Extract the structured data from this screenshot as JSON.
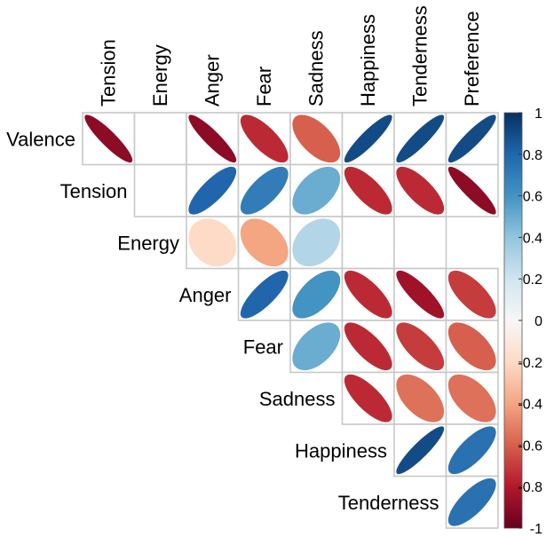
{
  "chart_data": {
    "type": "heatmap",
    "layout": "upper-triangle correlation matrix, ellipse glyphs",
    "column_labels": [
      "Tension",
      "Energy",
      "Anger",
      "Fear",
      "Sadness",
      "Happiness",
      "Tenderness",
      "Preference"
    ],
    "row_labels": [
      "Valence",
      "Tension",
      "Energy",
      "Anger",
      "Fear",
      "Sadness",
      "Happiness",
      "Tenderness"
    ],
    "values": [
      [
        -0.9,
        null,
        -0.9,
        -0.75,
        -0.6,
        0.9,
        0.9,
        0.9
      ],
      [
        null,
        0.8,
        0.7,
        0.5,
        -0.75,
        -0.75,
        -0.9
      ],
      [
        -0.2,
        -0.4,
        0.3,
        null,
        null
      ],
      [
        0.8,
        0.6,
        -0.75,
        -0.85,
        -0.7
      ],
      [
        0.5,
        -0.75,
        -0.7,
        -0.6
      ],
      [
        -0.75,
        -0.55,
        -0.55
      ],
      [
        0.9,
        0.75
      ],
      [
        0.75
      ]
    ],
    "colorbar": {
      "min": -1,
      "max": 1,
      "ticks": [
        "1",
        "0.8",
        "0.6",
        "0.4",
        "0.2",
        "0",
        "-0.2",
        "-0.4",
        "-0.6",
        "-0.8",
        "-1"
      ],
      "colors": {
        "-1": "#67001f",
        "-0.8": "#b2182b",
        "-0.6": "#d6604d",
        "-0.4": "#f4a582",
        "-0.2": "#fddbc7",
        "0": "#f7f7f7",
        "0.2": "#d1e5f0",
        "0.4": "#92c5de",
        "0.6": "#4393c3",
        "0.8": "#2166ac",
        "1": "#053061"
      }
    },
    "grid": true,
    "legend_position": "right"
  }
}
